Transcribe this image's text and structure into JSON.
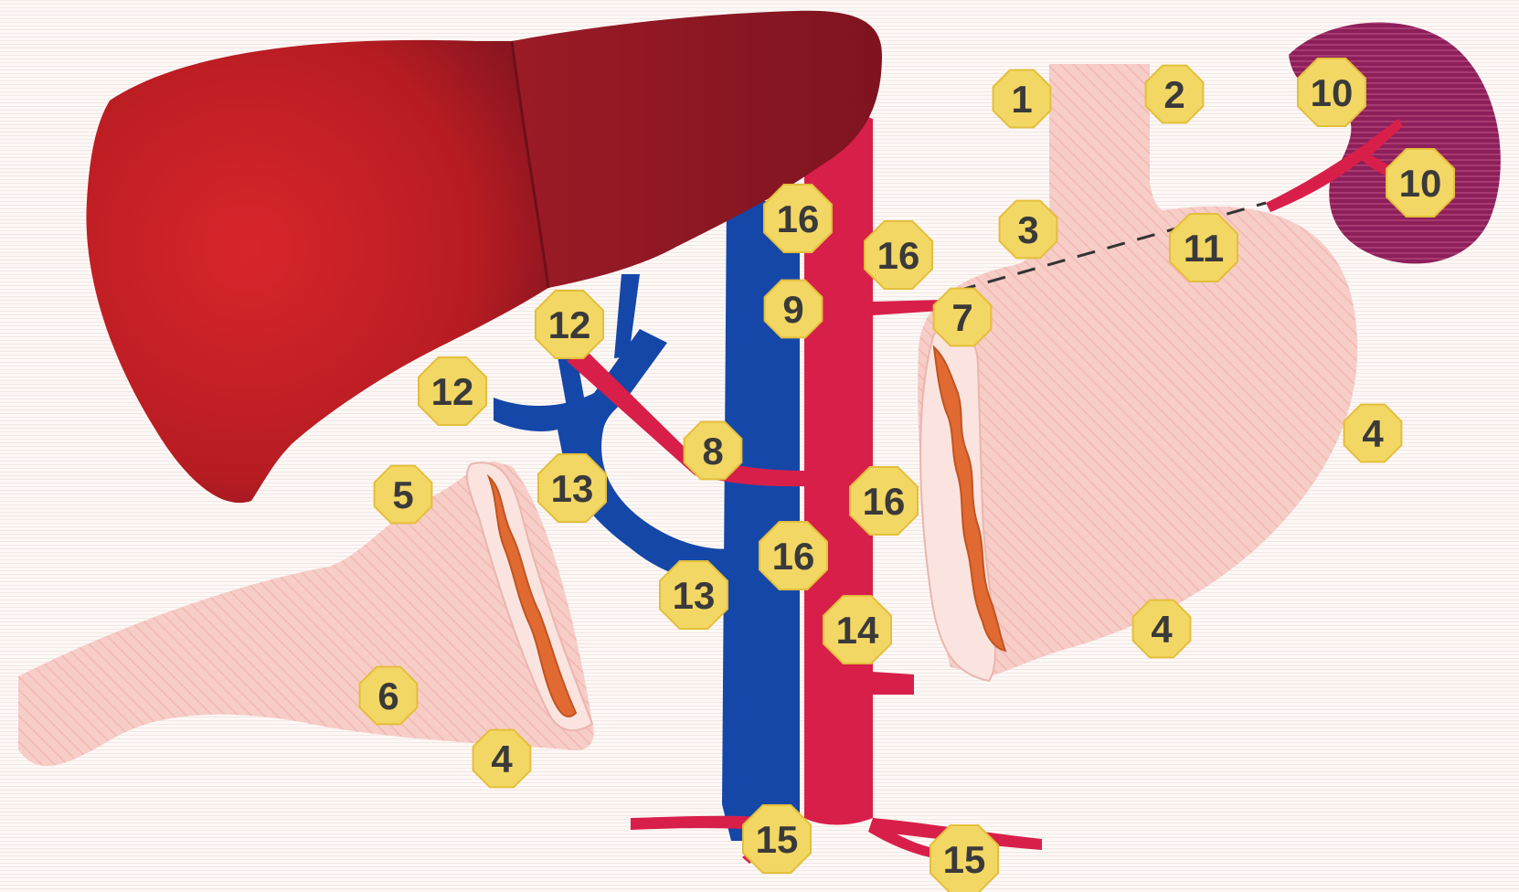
{
  "labels": {
    "esophagus_left": "1",
    "esophagus_right": "2",
    "stomach_upper_left": "3",
    "stomach_right": "4",
    "stomach_lower": "4",
    "duodenum_lower": "4",
    "duodenum_upper": "5",
    "duodenum_left": "6",
    "lesser_curve": "7",
    "hepatic_artery": "8",
    "celiac_upper": "9",
    "spleen_upper": "10",
    "spleen_lower": "10",
    "gastric_artery": "11",
    "portal_upper": "12",
    "portal_left": "12",
    "portal_middle": "13",
    "portal_lower": "13",
    "aorta_lower": "14",
    "bottom_left": "15",
    "bottom_right": "15",
    "vein_upper": "16",
    "aorta_upper_right": "16",
    "aorta_middle_right": "16",
    "vein_middle": "16"
  }
}
